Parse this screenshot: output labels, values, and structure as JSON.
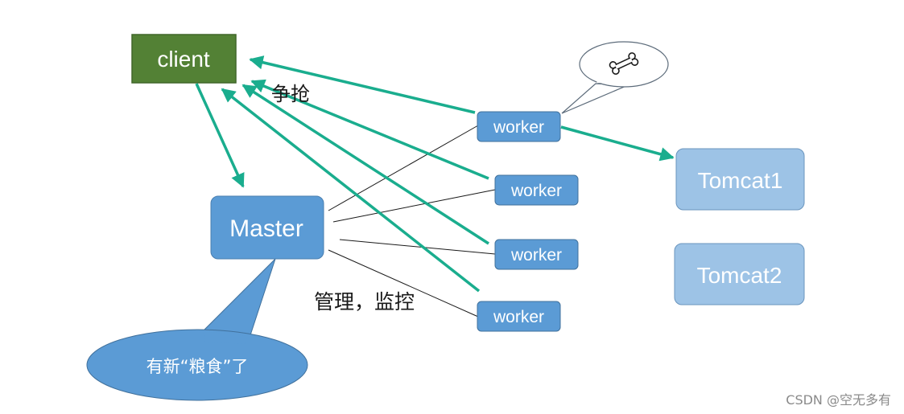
{
  "nodes": {
    "client": "client",
    "master": "Master",
    "worker_1": "worker",
    "worker_2": "worker",
    "worker_3": "worker",
    "worker_4": "worker",
    "tomcat1": "Tomcat1",
    "tomcat2": "Tomcat2"
  },
  "labels": {
    "compete": "争抢",
    "manage": "管理，监控",
    "master_callout": "有新“粮食”了"
  },
  "icons": {
    "worker_callout": "bone-icon"
  },
  "watermark": "CSDN @空无多有",
  "colors": {
    "client_fill": "#538135",
    "client_border": "#41672a",
    "master_fill": "#5b9bd5",
    "master_border": "#4a7fb0",
    "worker_fill": "#5b9bd5",
    "worker_border": "#41719c",
    "tomcat_fill": "#9dc3e6",
    "tomcat_border": "#6a95bd",
    "arrow": "#1aad8e",
    "line": "#1a1a1a",
    "watermark": "#8a8a8a"
  }
}
